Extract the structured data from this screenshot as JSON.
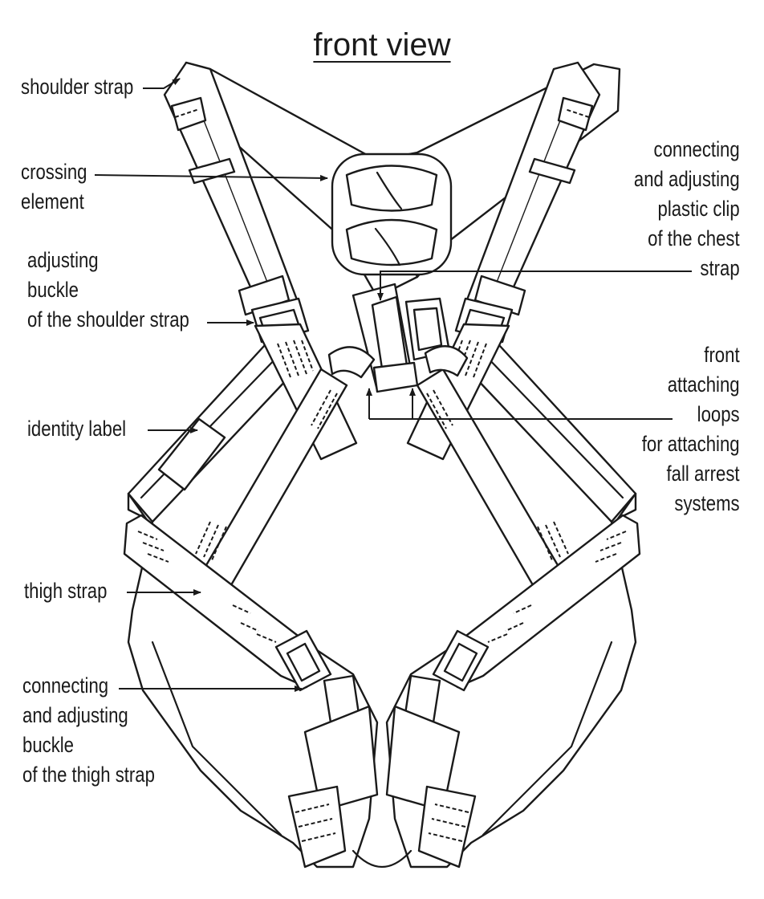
{
  "title": "front view",
  "labels": {
    "shoulder_strap": [
      "shoulder strap"
    ],
    "crossing_element": [
      "crossing",
      "element"
    ],
    "adjusting_buckle_shoulder": [
      "adjusting",
      "buckle",
      "of the shoulder strap"
    ],
    "identity_label": [
      "identity label"
    ],
    "thigh_strap": [
      "thigh strap"
    ],
    "connecting_buckle_thigh": [
      "connecting",
      "and adjusting",
      "buckle",
      "of the thigh strap"
    ],
    "plastic_clip": [
      "connecting",
      "and adjusting",
      "plastic clip",
      "of the chest",
      "strap"
    ],
    "front_loops": [
      "front",
      "attaching",
      "loops",
      "for attaching",
      "fall arrest",
      "systems"
    ]
  },
  "colors": {
    "ink": "#1a1a1a",
    "paper": "#ffffff"
  }
}
